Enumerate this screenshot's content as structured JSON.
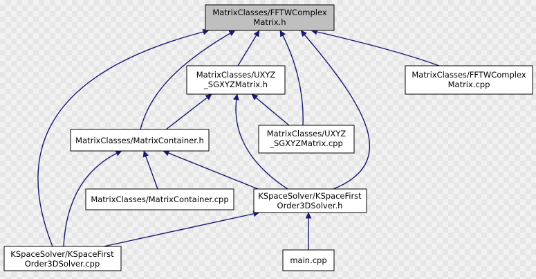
{
  "nodes": {
    "complex_h": {
      "lines": [
        "MatrixClasses/FFTWComplex",
        "Matrix.h"
      ]
    },
    "uxyz_h": {
      "lines": [
        "MatrixClasses/UXYZ",
        "_SGXYZMatrix.h"
      ]
    },
    "complex_cpp": {
      "lines": [
        "MatrixClasses/FFTWComplex",
        "Matrix.cpp"
      ]
    },
    "container_h": {
      "lines": [
        "MatrixClasses/MatrixContainer.h"
      ]
    },
    "uxyz_cpp": {
      "lines": [
        "MatrixClasses/UXYZ",
        "_SGXYZMatrix.cpp"
      ]
    },
    "container_cpp": {
      "lines": [
        "MatrixClasses/MatrixContainer.cpp"
      ]
    },
    "solver_h": {
      "lines": [
        "KSpaceSolver/KSpaceFirst",
        "Order3DSolver.h"
      ]
    },
    "solver_cpp": {
      "lines": [
        "KSpaceSolver/KSpaceFirst",
        "Order3DSolver.cpp"
      ]
    },
    "main_cpp": {
      "lines": [
        "main.cpp"
      ]
    }
  },
  "edges": [
    {
      "from": "uxyz_h",
      "to": "complex_h"
    },
    {
      "from": "complex_cpp",
      "to": "complex_h"
    },
    {
      "from": "container_h",
      "to": "complex_h"
    },
    {
      "from": "uxyz_cpp",
      "to": "complex_h"
    },
    {
      "from": "solver_h",
      "to": "complex_h"
    },
    {
      "from": "solver_cpp",
      "to": "complex_h"
    },
    {
      "from": "container_h",
      "to": "uxyz_h"
    },
    {
      "from": "uxyz_cpp",
      "to": "uxyz_h"
    },
    {
      "from": "solver_h",
      "to": "uxyz_h"
    },
    {
      "from": "container_cpp",
      "to": "container_h"
    },
    {
      "from": "solver_h",
      "to": "container_h"
    },
    {
      "from": "solver_cpp",
      "to": "container_h"
    },
    {
      "from": "solver_cpp",
      "to": "solver_h"
    },
    {
      "from": "main_cpp",
      "to": "solver_h"
    }
  ],
  "colors": {
    "edge": "#191970",
    "highlight_fill": "#bfbfbf",
    "node_fill": "#ffffff",
    "border": "#000000"
  }
}
